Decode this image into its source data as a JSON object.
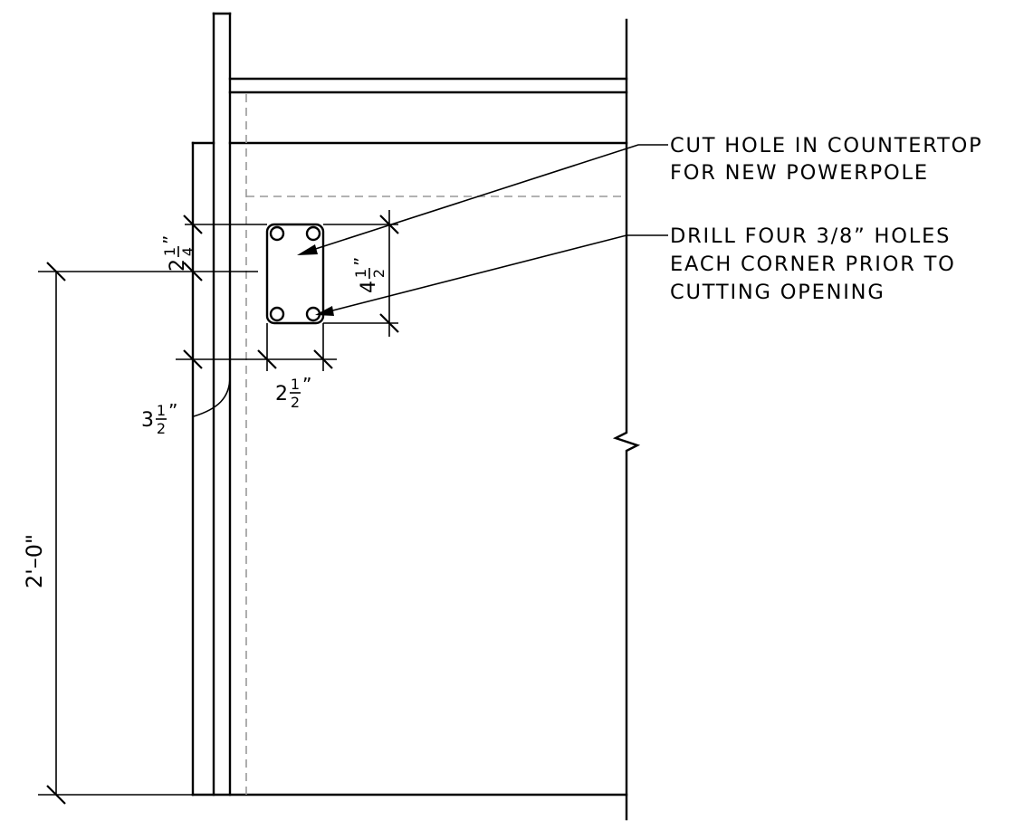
{
  "notes": {
    "cut_hole_line1": "CUT HOLE IN COUNTERTOP",
    "cut_hole_line2": "FOR NEW POWERPOLE",
    "drill_line1": "DRILL FOUR 3/8” HOLES",
    "drill_line2": "EACH CORNER PRIOR TO",
    "drill_line3": "CUTTING OPENING"
  },
  "dimensions": {
    "overall_height": "2'–0\"",
    "top_offset_whole": "2",
    "top_offset_num": "1",
    "top_offset_den": "4",
    "top_offset_inch": "”",
    "hole_height_whole": "4",
    "hole_height_num": "1",
    "hole_height_den": "2",
    "hole_height_inch": "”",
    "hole_width_whole": "2",
    "hole_width_num": "1",
    "hole_width_den": "2",
    "hole_width_inch": "”",
    "edge_offset_whole": "3",
    "edge_offset_num": "1",
    "edge_offset_den": "2",
    "edge_offset_inch": "”"
  }
}
